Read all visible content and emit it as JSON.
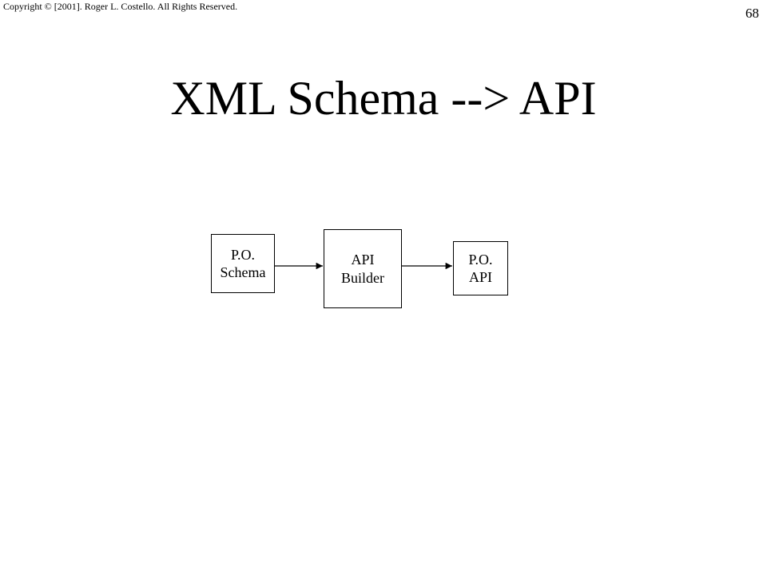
{
  "copyright": "Copyright © [2001].  Roger L. Costello.  All Rights Reserved.",
  "page_number": "68",
  "title": "XML Schema --> API",
  "diagram": {
    "nodes": [
      {
        "line1": "P.O.",
        "line2": "Schema"
      },
      {
        "line1": "API",
        "line2": "Builder"
      },
      {
        "line1": "P.O.",
        "line2": "API"
      }
    ],
    "edges": [
      {
        "from": "P.O. Schema",
        "to": "API Builder"
      },
      {
        "from": "API Builder",
        "to": "P.O. API"
      }
    ]
  }
}
